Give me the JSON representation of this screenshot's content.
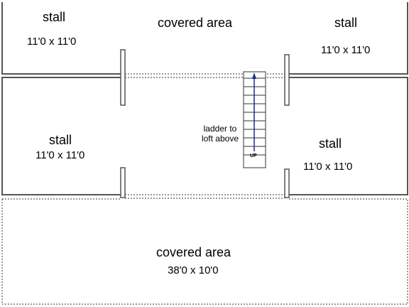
{
  "stalls": {
    "top_left": {
      "label": "stall",
      "size": "11'0 x 11'0"
    },
    "top_right": {
      "label": "stall",
      "size": "11'0 x 11'0"
    },
    "bottom_left": {
      "label": "stall",
      "size": "11'0 x 11'0"
    },
    "bottom_right": {
      "label": "stall",
      "size": "11'0 x 11'0"
    }
  },
  "covered_top": {
    "label": "covered area"
  },
  "covered_bottom": {
    "label": "covered area",
    "size": "38'0 x 10'0"
  },
  "ladder": {
    "label_line1": "ladder to",
    "label_line2": "loft above",
    "up_label": "UP"
  },
  "colors": {
    "walls": "#555555",
    "dotted_lines": "#333333",
    "arrow": "#1f2a8a"
  }
}
